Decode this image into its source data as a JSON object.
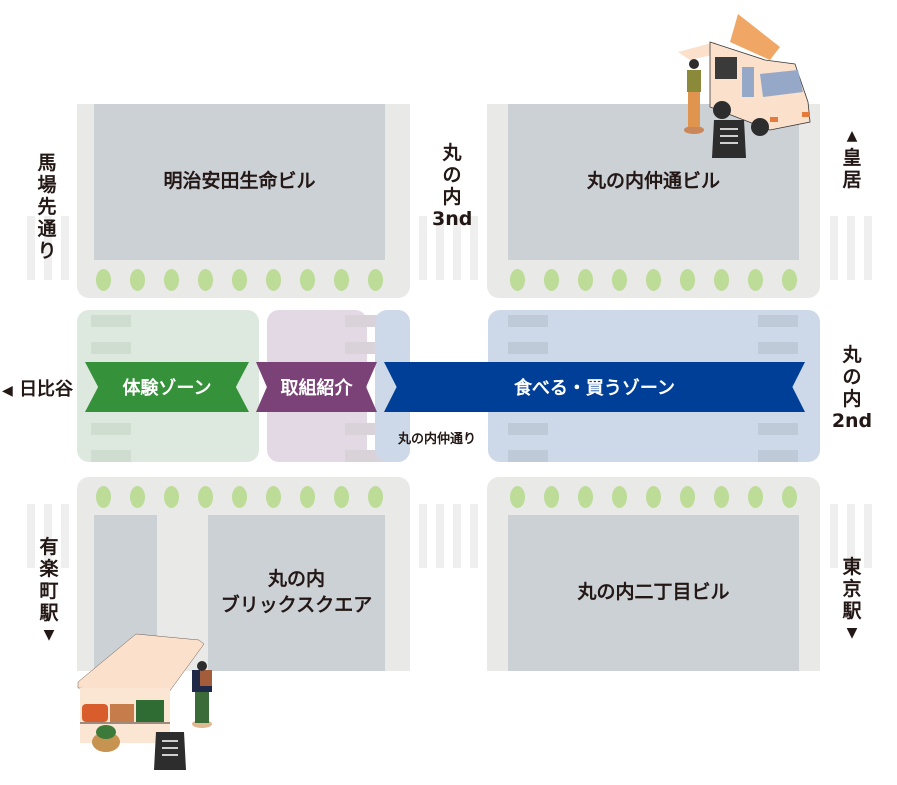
{
  "map": {
    "colors": {
      "block": "#e9e9e7",
      "building": "#ccd1d6",
      "tree": "#bcdc98",
      "crosswalk": "#efefef",
      "experience_zone_bg": "#dde9de",
      "initiative_zone_bg": "#e3d9e4",
      "food_zone_bg": "#cdd8e8",
      "experience_banner": "#35913a",
      "initiative_banner": "#7a4276",
      "food_banner": "#003f98"
    },
    "buildings": [
      {
        "name": "明治安田生命ビル"
      },
      {
        "name": "丸の内仲通ビル"
      },
      {
        "name_line1": "丸の内",
        "name_line2": "ブリックスクエア"
      },
      {
        "name": "丸の内二丁目ビル"
      }
    ],
    "zones": {
      "experience": "体験ゾーン",
      "initiative": "取組紹介",
      "food_shopping": "食べる・買うゾーン"
    },
    "street_labels": {
      "babasaki": [
        "馬",
        "場",
        "先",
        "通",
        "り"
      ],
      "marunouchi_3rd": [
        "丸",
        "の",
        "内",
        "3nd"
      ],
      "marunouchi_2nd": [
        "丸",
        "の",
        "内",
        "2nd"
      ],
      "nakadori": "丸の内仲通り"
    },
    "directions": {
      "hibiya": {
        "arrow": "◀",
        "label": "日比谷"
      },
      "imperial_palace": {
        "arrow": "▲",
        "chars": [
          "皇",
          "居"
        ]
      },
      "yurakucho": {
        "arrow": "▼",
        "chars": [
          "有",
          "楽",
          "町",
          "駅"
        ]
      },
      "tokyo_station": {
        "arrow": "▼",
        "chars": [
          "東",
          "京",
          "駅"
        ]
      }
    },
    "illustrations": {
      "top_right": "food-truck",
      "bottom_left": "market-stall"
    }
  }
}
